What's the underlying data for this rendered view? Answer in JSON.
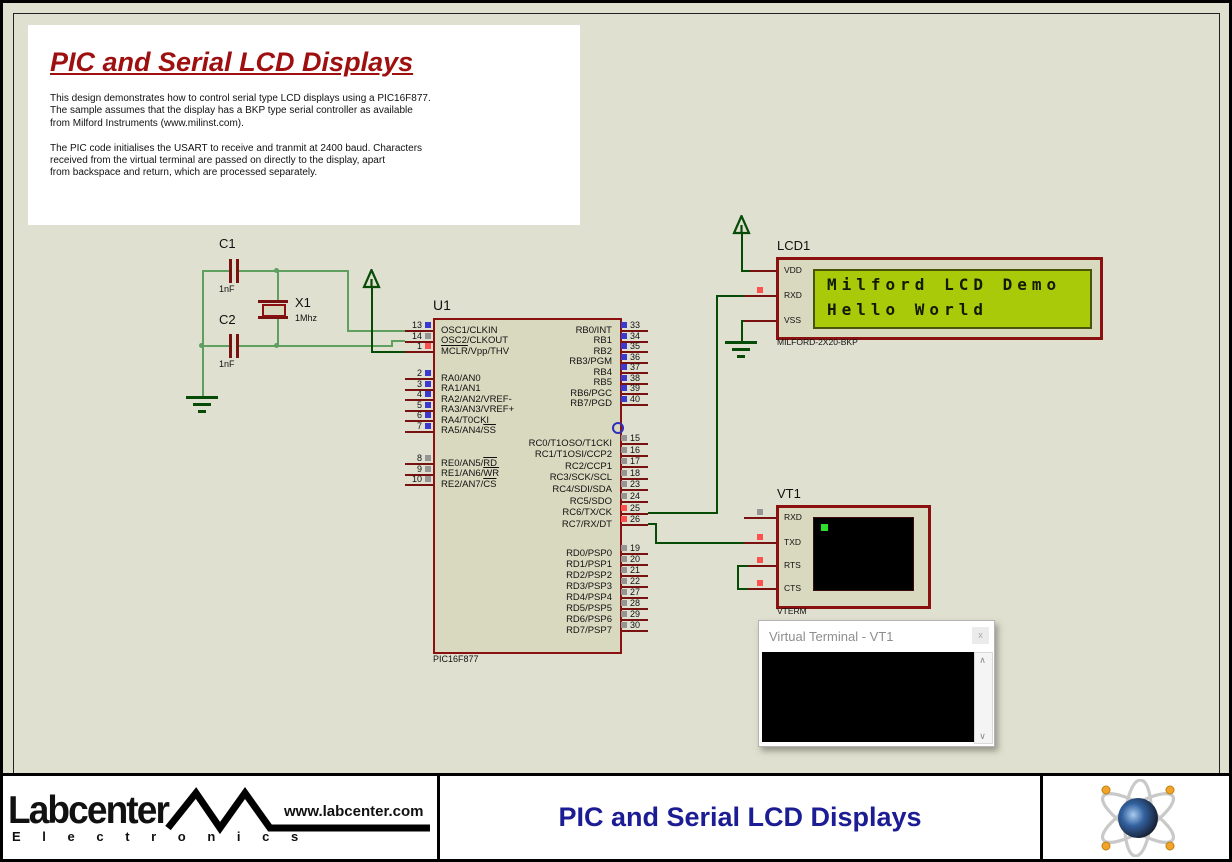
{
  "intro": {
    "title": "PIC and Serial LCD Displays",
    "lines": [
      "This design demonstrates how to control serial type LCD displays using a PIC16F877.",
      "The sample assumes that the display has a BKP type serial controller as available",
      "from Milford Instruments (www.milinst.com).",
      "",
      "The PIC code initialises the USART to receive and tranmit at 2400 baud. Characters",
      "received from the virtual terminal are passed on directly to the display, apart",
      "from backspace and return, which are processed separately."
    ]
  },
  "components": {
    "c1": {
      "ref": "C1",
      "value": "1nF"
    },
    "c2": {
      "ref": "C2",
      "value": "1nF"
    },
    "x1": {
      "ref": "X1",
      "value": "1Mhz"
    },
    "u1": {
      "ref": "U1",
      "part": "PIC16F877"
    },
    "lcd": {
      "ref": "LCD1",
      "part": "MILFORD-2X20-BKP",
      "pins": [
        {
          "name": "VDD"
        },
        {
          "name": "RXD",
          "square": "red"
        },
        {
          "name": "VSS"
        }
      ],
      "screen_line1": "Milford LCD Demo",
      "screen_line2": "Hello World"
    },
    "vterm": {
      "ref": "VT1",
      "part": "VTERM",
      "pins": [
        {
          "name": "RXD",
          "square": "gray"
        },
        {
          "name": "TXD",
          "square": "red"
        },
        {
          "name": "RTS",
          "square": "red"
        },
        {
          "name": "CTS",
          "square": "red"
        }
      ]
    }
  },
  "chip_pins": {
    "left_groups": [
      [
        {
          "num": "13",
          "square": "blue",
          "label": "OSC1/CLKIN"
        },
        {
          "num": "14",
          "square": "gray",
          "label": "OSC2/CLKOUT"
        },
        {
          "num": "1",
          "square": "red",
          "over_pre": "MCLR",
          "label": "/Vpp/THV"
        }
      ],
      [
        {
          "num": "2",
          "square": "blue",
          "label": "RA0/AN0"
        },
        {
          "num": "3",
          "square": "blue",
          "label": "RA1/AN1"
        },
        {
          "num": "4",
          "square": "blue",
          "label": "RA2/AN2/VREF-"
        },
        {
          "num": "5",
          "square": "blue",
          "label": "RA3/AN3/VREF+"
        },
        {
          "num": "6",
          "square": "blue",
          "label": "RA4/T0CKI"
        },
        {
          "num": "7",
          "square": "blue",
          "label": "RA5/AN4/",
          "over_suf": "SS"
        }
      ],
      [
        {
          "num": "8",
          "square": "gray",
          "label": "RE0/AN5/",
          "over_suf": "RD"
        },
        {
          "num": "9",
          "square": "gray",
          "label": "RE1/AN6/",
          "over_suf": "WR"
        },
        {
          "num": "10",
          "square": "gray",
          "label": "RE2/AN7/",
          "over_suf": "CS"
        }
      ]
    ],
    "right_groups": [
      [
        {
          "num": "33",
          "square": "blue",
          "label": "RB0/INT"
        },
        {
          "num": "34",
          "square": "blue",
          "label": "RB1"
        },
        {
          "num": "35",
          "square": "blue",
          "label": "RB2"
        },
        {
          "num": "36",
          "square": "blue",
          "label": "RB3/PGM"
        },
        {
          "num": "37",
          "square": "blue",
          "label": "RB4"
        },
        {
          "num": "38",
          "square": "blue",
          "label": "RB5"
        },
        {
          "num": "39",
          "square": "blue",
          "label": "RB6/PGC"
        },
        {
          "num": "40",
          "square": "blue",
          "label": "RB7/PGD"
        }
      ],
      [
        {
          "num": "15",
          "square": "gray",
          "label": "RC0/T1OSO/T1CKI"
        },
        {
          "num": "16",
          "square": "gray",
          "label": "RC1/T1OSI/CCP2"
        },
        {
          "num": "17",
          "square": "gray",
          "label": "RC2/CCP1"
        },
        {
          "num": "18",
          "square": "gray",
          "label": "RC3/SCK/SCL"
        },
        {
          "num": "23",
          "square": "gray",
          "label": "RC4/SDI/SDA"
        },
        {
          "num": "24",
          "square": "gray",
          "label": "RC5/SDO"
        },
        {
          "num": "25",
          "square": "red",
          "label": "RC6/TX/CK"
        },
        {
          "num": "26",
          "square": "red",
          "label": "RC7/RX/DT"
        }
      ],
      [
        {
          "num": "19",
          "square": "gray",
          "label": "RD0/PSP0"
        },
        {
          "num": "20",
          "square": "gray",
          "label": "RD1/PSP1"
        },
        {
          "num": "21",
          "square": "gray",
          "label": "RD2/PSP2"
        },
        {
          "num": "22",
          "square": "gray",
          "label": "RD3/PSP3"
        },
        {
          "num": "27",
          "square": "gray",
          "label": "RD4/PSP4"
        },
        {
          "num": "28",
          "square": "gray",
          "label": "RD5/PSP5"
        },
        {
          "num": "29",
          "square": "gray",
          "label": "RD6/PSP6"
        },
        {
          "num": "30",
          "square": "gray",
          "label": "RD7/PSP7"
        }
      ]
    ]
  },
  "terminal_window": {
    "title": "Virtual Terminal - VT1",
    "close_label": "x",
    "scroll_up": "∧",
    "scroll_down": "∨"
  },
  "footer": {
    "brand": "Labcenter",
    "brand_sub": "E l e c t r o n i c s",
    "url": "www.labcenter.com",
    "title": "PIC and Serial LCD Displays"
  },
  "colors": {
    "wire": "#5f9f5f",
    "wire_dark": "#064b06",
    "outline": "#8b1111",
    "body_fill": "#d9d9c0",
    "lcd_screen": "#a8ca08",
    "pin_blue": "#3a3ace",
    "pin_red": "#ff5050",
    "pin_gray": "#959595",
    "title_red": "#9e1010",
    "footer_navy": "#1c1c94"
  }
}
